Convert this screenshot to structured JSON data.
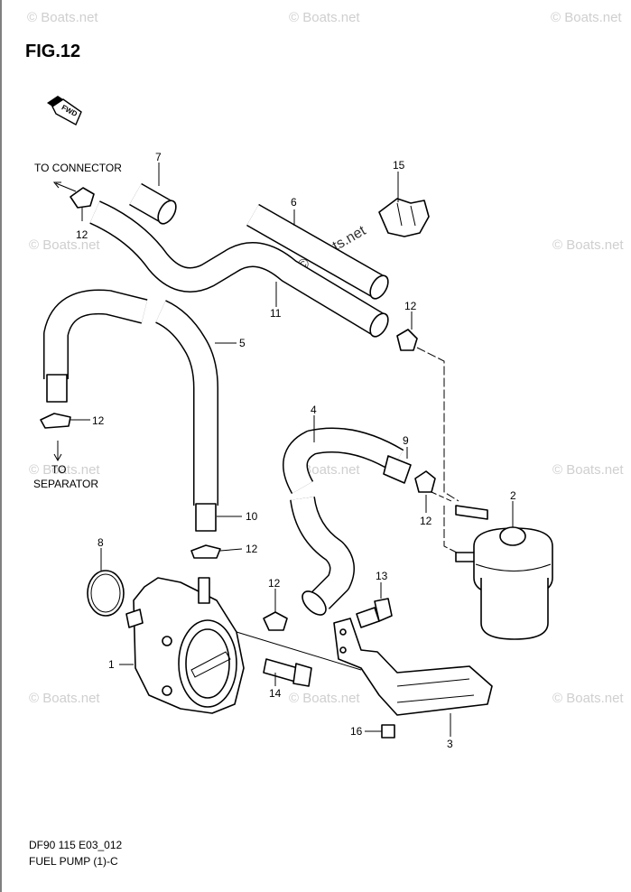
{
  "figure": {
    "title": "FIG.12",
    "direction_badge": "FWD",
    "code": "DF90 115 E03_012",
    "name": "FUEL PUMP (1)-C"
  },
  "notes": {
    "to_connector": "TO CONNECTOR",
    "to": "TO",
    "separator": "SEPARATOR"
  },
  "watermark": {
    "text": "© Boats.net",
    "center_text": "© Boats.net"
  },
  "callouts": {
    "p1": "1",
    "p2": "2",
    "p3": "3",
    "p4": "4",
    "p5": "5",
    "p6": "6",
    "p7": "7",
    "p8": "8",
    "p9": "9",
    "p10": "10",
    "p11": "11",
    "p12a": "12",
    "p12b": "12",
    "p12c": "12",
    "p12d": "12",
    "p12e": "12",
    "p12f": "12",
    "p13": "13",
    "p14": "14",
    "p15": "15",
    "p16": "16"
  },
  "colors": {
    "line": "#000000",
    "background": "#ffffff",
    "watermark": "#cfcfcf"
  }
}
